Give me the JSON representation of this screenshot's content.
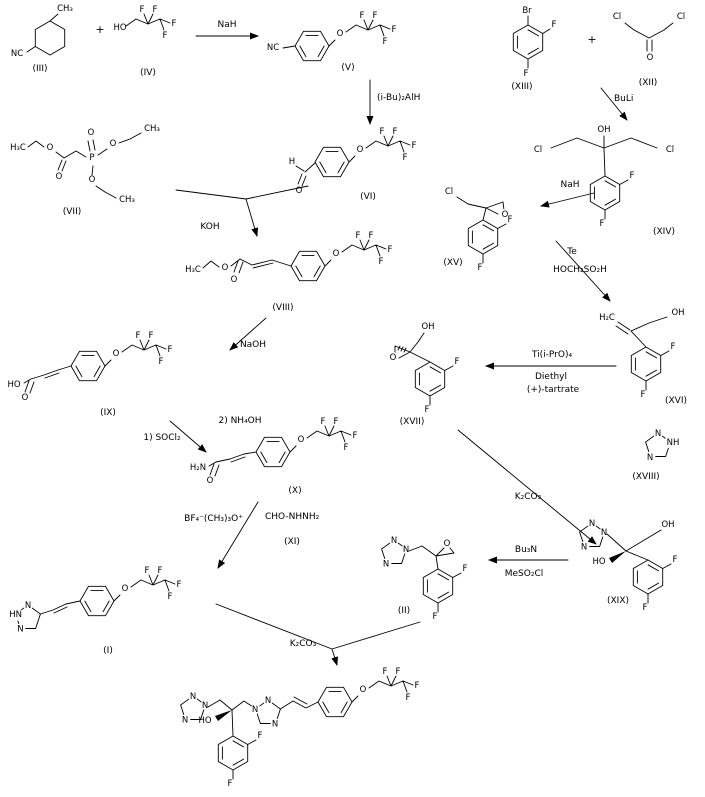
{
  "glyphs": {
    "O": "O",
    "F": "F",
    "N": "N",
    "NH": "NH",
    "HN": "HN",
    "Cl": "Cl",
    "HO": "HO",
    "OH": "OH",
    "P": "P",
    "plus": "+"
  },
  "compounds": {
    "I": {
      "label": "(I)"
    },
    "II": {
      "label": "(II)"
    },
    "III": {
      "label": "(III)",
      "methyl": "CH₃",
      "nitrile": "NC"
    },
    "IV": {
      "label": "(IV)"
    },
    "V": {
      "label": "(V)",
      "nitrile": "NC"
    },
    "VI": {
      "label": "(VI)",
      "aldehyde_h": "H"
    },
    "VII": {
      "label": "(VII)",
      "ethyl1": "H₃C",
      "ethyl2": "CH₃",
      "ethyl3": "CH₃"
    },
    "VIII": {
      "label": "(VIII)",
      "ethyl": "H₃C"
    },
    "IX": {
      "label": "(IX)"
    },
    "X": {
      "label": "(X)",
      "amide": "H₂N"
    },
    "XI": {
      "label": "(XI)"
    },
    "XII": {
      "label": "(XII)"
    },
    "XIII": {
      "label": "(XIII)",
      "bromo": "Br"
    },
    "XIV": {
      "label": "(XIV)"
    },
    "XV": {
      "label": "(XV)"
    },
    "XVI": {
      "label": "(XVI)",
      "methylene": "H₂C"
    },
    "XVII": {
      "label": "(XVII)"
    },
    "XVIII": {
      "label": "(XVIII)"
    },
    "XIX": {
      "label": "(XIX)"
    }
  },
  "reagents": {
    "nah_1": "NaH",
    "dibal": "(i-Bu)₂AlH",
    "koh": "KOH",
    "naoh": "NaOH",
    "socl2": "1) SOCl₂",
    "nh4oh": "2) NH₄OH",
    "meerwein": "BF₄⁻(CH₃)₃O⁺",
    "formylhydrazine": "CHO-NHNH₂",
    "buli": "BuLi",
    "nah_2": "NaH",
    "te": "Te",
    "rongalite": "HOCH₂SO₂H",
    "ti": "Ti(i-PrO)₄",
    "tartrate_1": "Diethyl",
    "tartrate_2": "(+)-tartrate",
    "k2co3_1": "K₂CO₃",
    "bu3n": "Bu₃N",
    "mscl": "MeSO₂Cl",
    "k2co3_2": "K₂CO₃"
  }
}
